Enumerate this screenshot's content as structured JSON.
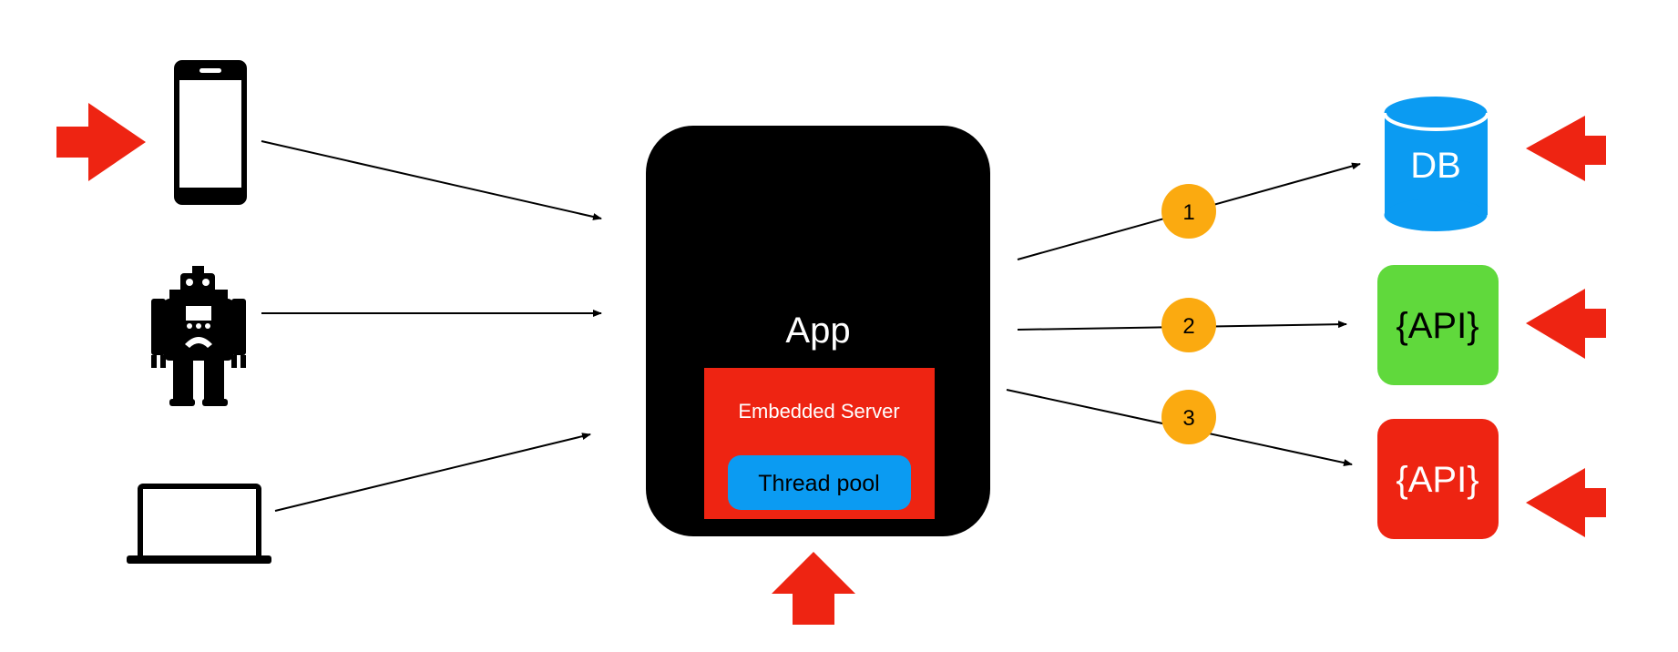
{
  "app": {
    "label": "App"
  },
  "server": {
    "label": "Embedded Server"
  },
  "pool": {
    "label": "Thread pool"
  },
  "db": {
    "label": "DB"
  },
  "api_green": {
    "label": "{API}"
  },
  "api_red": {
    "label": "{API}"
  },
  "steps": [
    {
      "number": "1"
    },
    {
      "number": "2"
    },
    {
      "number": "3"
    }
  ],
  "clients": [
    {
      "icon": "smartphone-icon"
    },
    {
      "icon": "robot-icon"
    },
    {
      "icon": "laptop-icon"
    }
  ],
  "colors": {
    "app": "#000000",
    "server": "#ee2412",
    "pool": "#0b9bf2",
    "db": "#0b9bf2",
    "api_green": "#60d93c",
    "api_red": "#ee2412",
    "step_badge": "#fbaa10",
    "pressure_arrow": "#ee2412"
  }
}
